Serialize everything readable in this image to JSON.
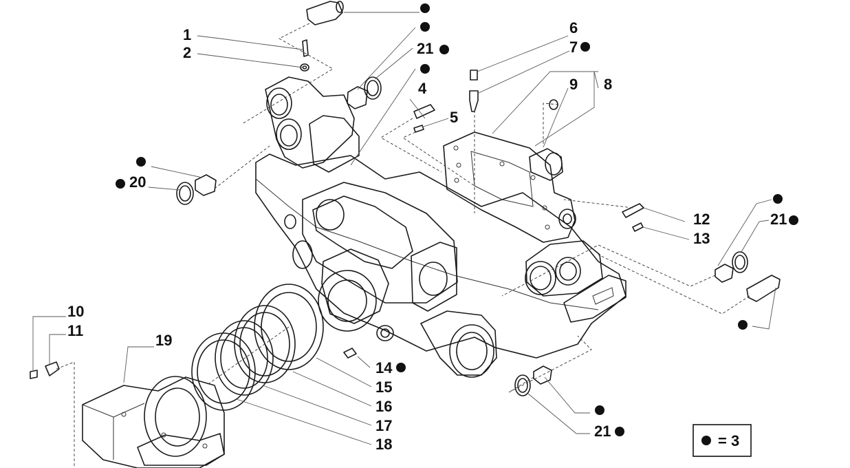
{
  "labels": {
    "l1": "1",
    "l2": "2",
    "l4": "4",
    "l5": "5",
    "l6": "6",
    "l7": "7",
    "l8": "8",
    "l9": "9",
    "l10": "10",
    "l11": "11",
    "l12": "12",
    "l13": "13",
    "l14": "14",
    "l15": "15",
    "l16": "16",
    "l17": "17",
    "l18": "18",
    "l19": "19",
    "l20": "20",
    "l21a": "21",
    "l21b": "21",
    "l21c": "21"
  },
  "legend": {
    "text": "= 3"
  }
}
